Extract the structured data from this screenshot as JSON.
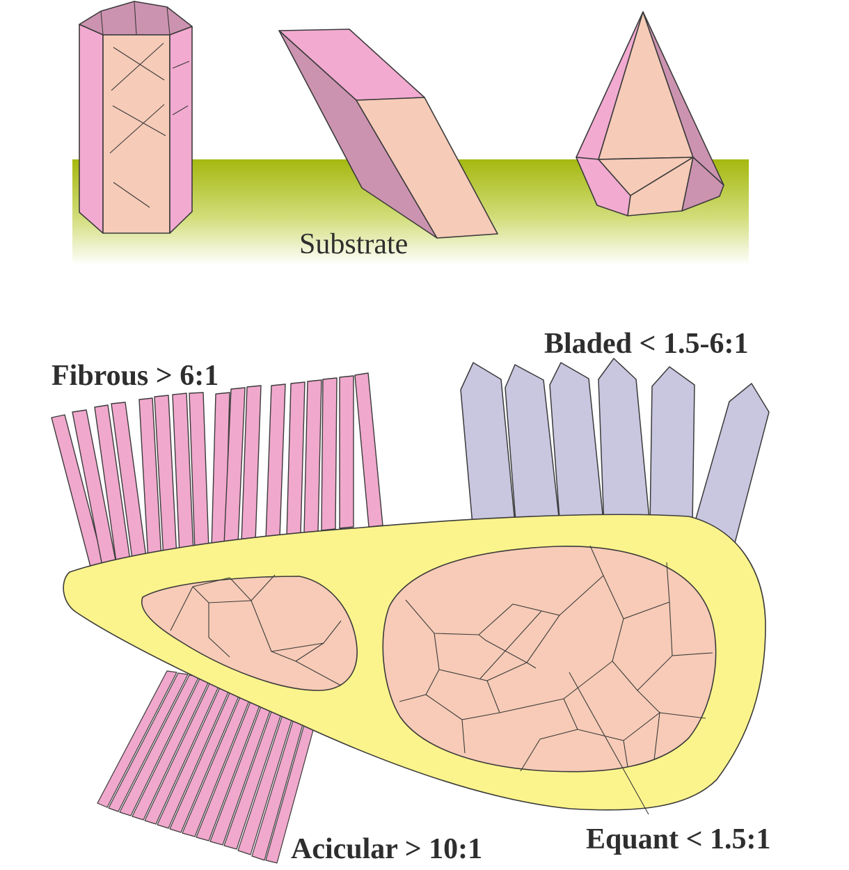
{
  "labels": {
    "substrate": "Substrate",
    "fibrous": "Fibrous > 6:1",
    "bladed": "Bladed < 1.5-6:1",
    "acicular": "Acicular > 10:1",
    "equant": "Equant < 1.5:1"
  },
  "colors": {
    "crystal_face_light": "#f6cbb8",
    "crystal_face_pink": "#f2aad0",
    "crystal_face_shadow": "#cc93b0",
    "fibrous_pink": "#f0a8cc",
    "bladed_lavender": "#c9c6e0",
    "cement_yellow": "#fbf48c",
    "equant_grain": "#f7cbb7",
    "substrate_top": "#a4b80f",
    "substrate_bottom": "#ffffff",
    "outline": "#3a3a3a"
  }
}
